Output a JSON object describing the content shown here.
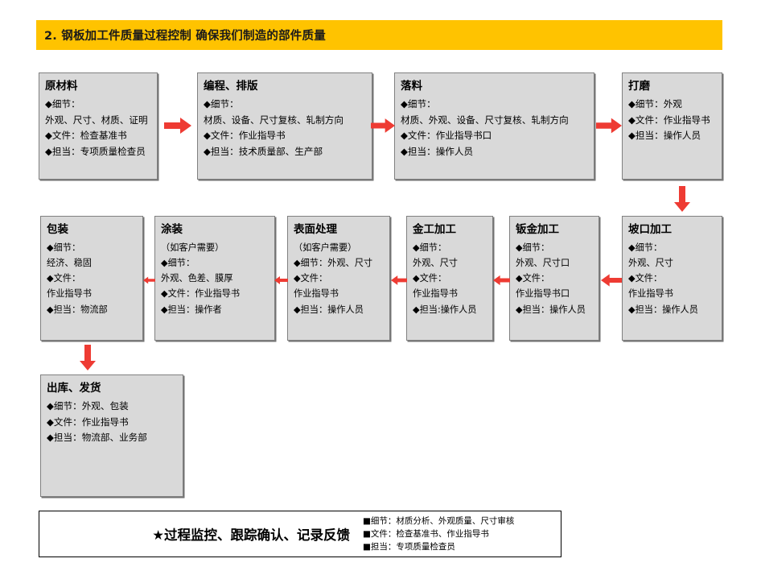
{
  "header": {
    "title": "2. 钢板加工件质量过程控制  确保我们制造的部件质量",
    "bar_color": "#FFC300"
  },
  "theme": {
    "box_fill": "#D9D9D9",
    "box_border": "#808080",
    "arrow_color": "#EE3B33",
    "text_color": "#000000"
  },
  "flow": {
    "row1": [
      {
        "id": "raw-material",
        "title": "原材料",
        "lines": [
          "◆细节：",
          "外观、尺寸、材质、证明",
          "◆文件：检查基准书",
          "◆担当：专项质量检查员"
        ]
      },
      {
        "id": "programming-layout",
        "title": "编程、排版",
        "lines": [
          "◆细节：",
          "材质、设备、尺寸复核、轧制方向",
          "◆文件：作业指导书",
          "◆担当：技术质量部、生产部"
        ]
      },
      {
        "id": "blanking",
        "title": "落料",
        "lines": [
          "◆细节：",
          "材质、外观、设备、尺寸复核、轧制方向",
          "◆文件：作业指导书口",
          "◆担当：操作人员"
        ]
      },
      {
        "id": "grinding",
        "title": "打磨",
        "lines": [
          "◆细节：外观",
          "◆文件：作业指导书",
          "◆担当：操作人员"
        ]
      }
    ],
    "row2": [
      {
        "id": "packaging",
        "title": "包装",
        "lines": [
          "◆细节：",
          "经济、稳固",
          "◆文件：",
          "作业指导书",
          "◆担当：物流部"
        ]
      },
      {
        "id": "painting",
        "title": "涂装",
        "lines": [
          "（如客户需要）",
          "◆细节：",
          "外观、色差、膜厚",
          "◆文件：作业指导书",
          "◆担当：操作者"
        ]
      },
      {
        "id": "surface-treatment",
        "title": "表面处理",
        "lines": [
          "（如客户需要）",
          "◆细节：外观、尺寸",
          "◆文件：",
          "作业指导书",
          "◆担当：操作人员"
        ]
      },
      {
        "id": "metal-machining",
        "title": "金工加工",
        "lines": [
          "◆细节：",
          "外观、尺寸",
          "◆文件：",
          "作业指导书",
          "◆担当:操作人员"
        ]
      },
      {
        "id": "sheet-metal",
        "title": "钣金加工",
        "lines": [
          "◆细节：",
          "外观、尺寸口",
          "◆文件：",
          "作业指导书口",
          "◆担当：操作人员"
        ]
      },
      {
        "id": "bevel-machining",
        "title": "坡口加工",
        "lines": [
          "◆细节：",
          "外观、尺寸",
          "◆文件：",
          "作业指导书",
          "◆担当：操作人员"
        ]
      }
    ],
    "row3": [
      {
        "id": "shipping",
        "title": "出库、发货",
        "lines": [
          "◆细节：外观、包装",
          "◆文件：作业指导书",
          "◆担当：物流部、业务部"
        ]
      }
    ]
  },
  "footer": {
    "headline": "★过程监控、跟踪确认、记录反馈",
    "details": [
      "■细节：材质分析、外观质量、尺寸审核",
      "■文件：检查基准书、作业指导书",
      "■担当：专项质量检查员"
    ]
  }
}
